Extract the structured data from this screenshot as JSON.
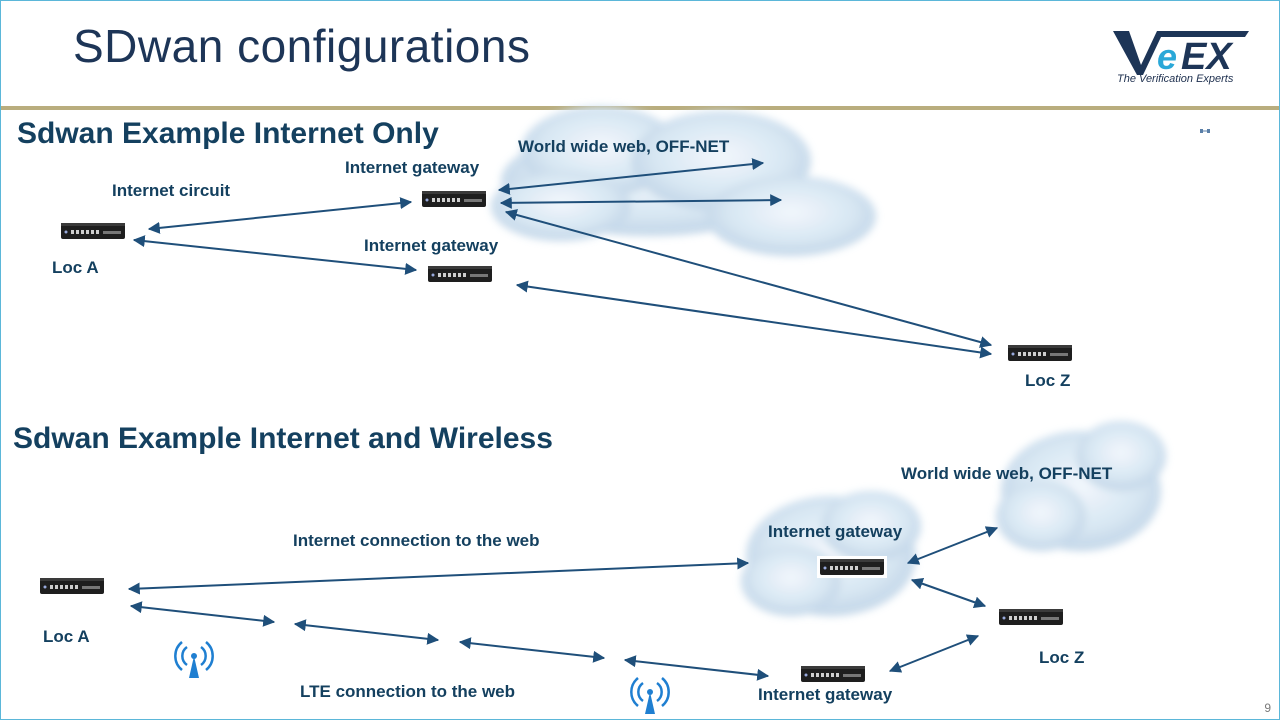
{
  "slide": {
    "title": "SDwan configurations",
    "page_number": "9"
  },
  "logo": {
    "brand": "VeEX",
    "tagline": "The Verification Experts",
    "colors": {
      "navy": "#1d3557",
      "cyan": "#2aa8d8"
    }
  },
  "section1": {
    "heading": "Sdwan Example Internet Only",
    "labels": {
      "internet_circuit": "Internet circuit",
      "gateway_top": "Internet gateway",
      "gateway_mid": "Internet gateway",
      "www": "World wide web, OFF-NET",
      "loc_a": "Loc A",
      "loc_z": "Loc Z"
    }
  },
  "section2": {
    "heading": "Sdwan Example Internet and Wireless",
    "labels": {
      "www": "World wide web, OFF-NET",
      "gateway_cloud": "Internet gateway",
      "internet_conn": "Internet connection to the web",
      "loc_a": "Loc A",
      "loc_z": "Loc Z",
      "lte_conn": "LTE connection to the web",
      "gateway_bottom": "Internet gateway"
    }
  },
  "icons": {
    "device": "network-router-icon",
    "cloud": "cloud-icon",
    "antenna": "wireless-antenna-icon",
    "arrow": "double-headed-arrow"
  },
  "colors": {
    "arrow": "#1f4f7a",
    "text": "#14405f",
    "title": "#1d3557",
    "rule": "#b9ad7e",
    "antenna": "#1f7fd1"
  }
}
